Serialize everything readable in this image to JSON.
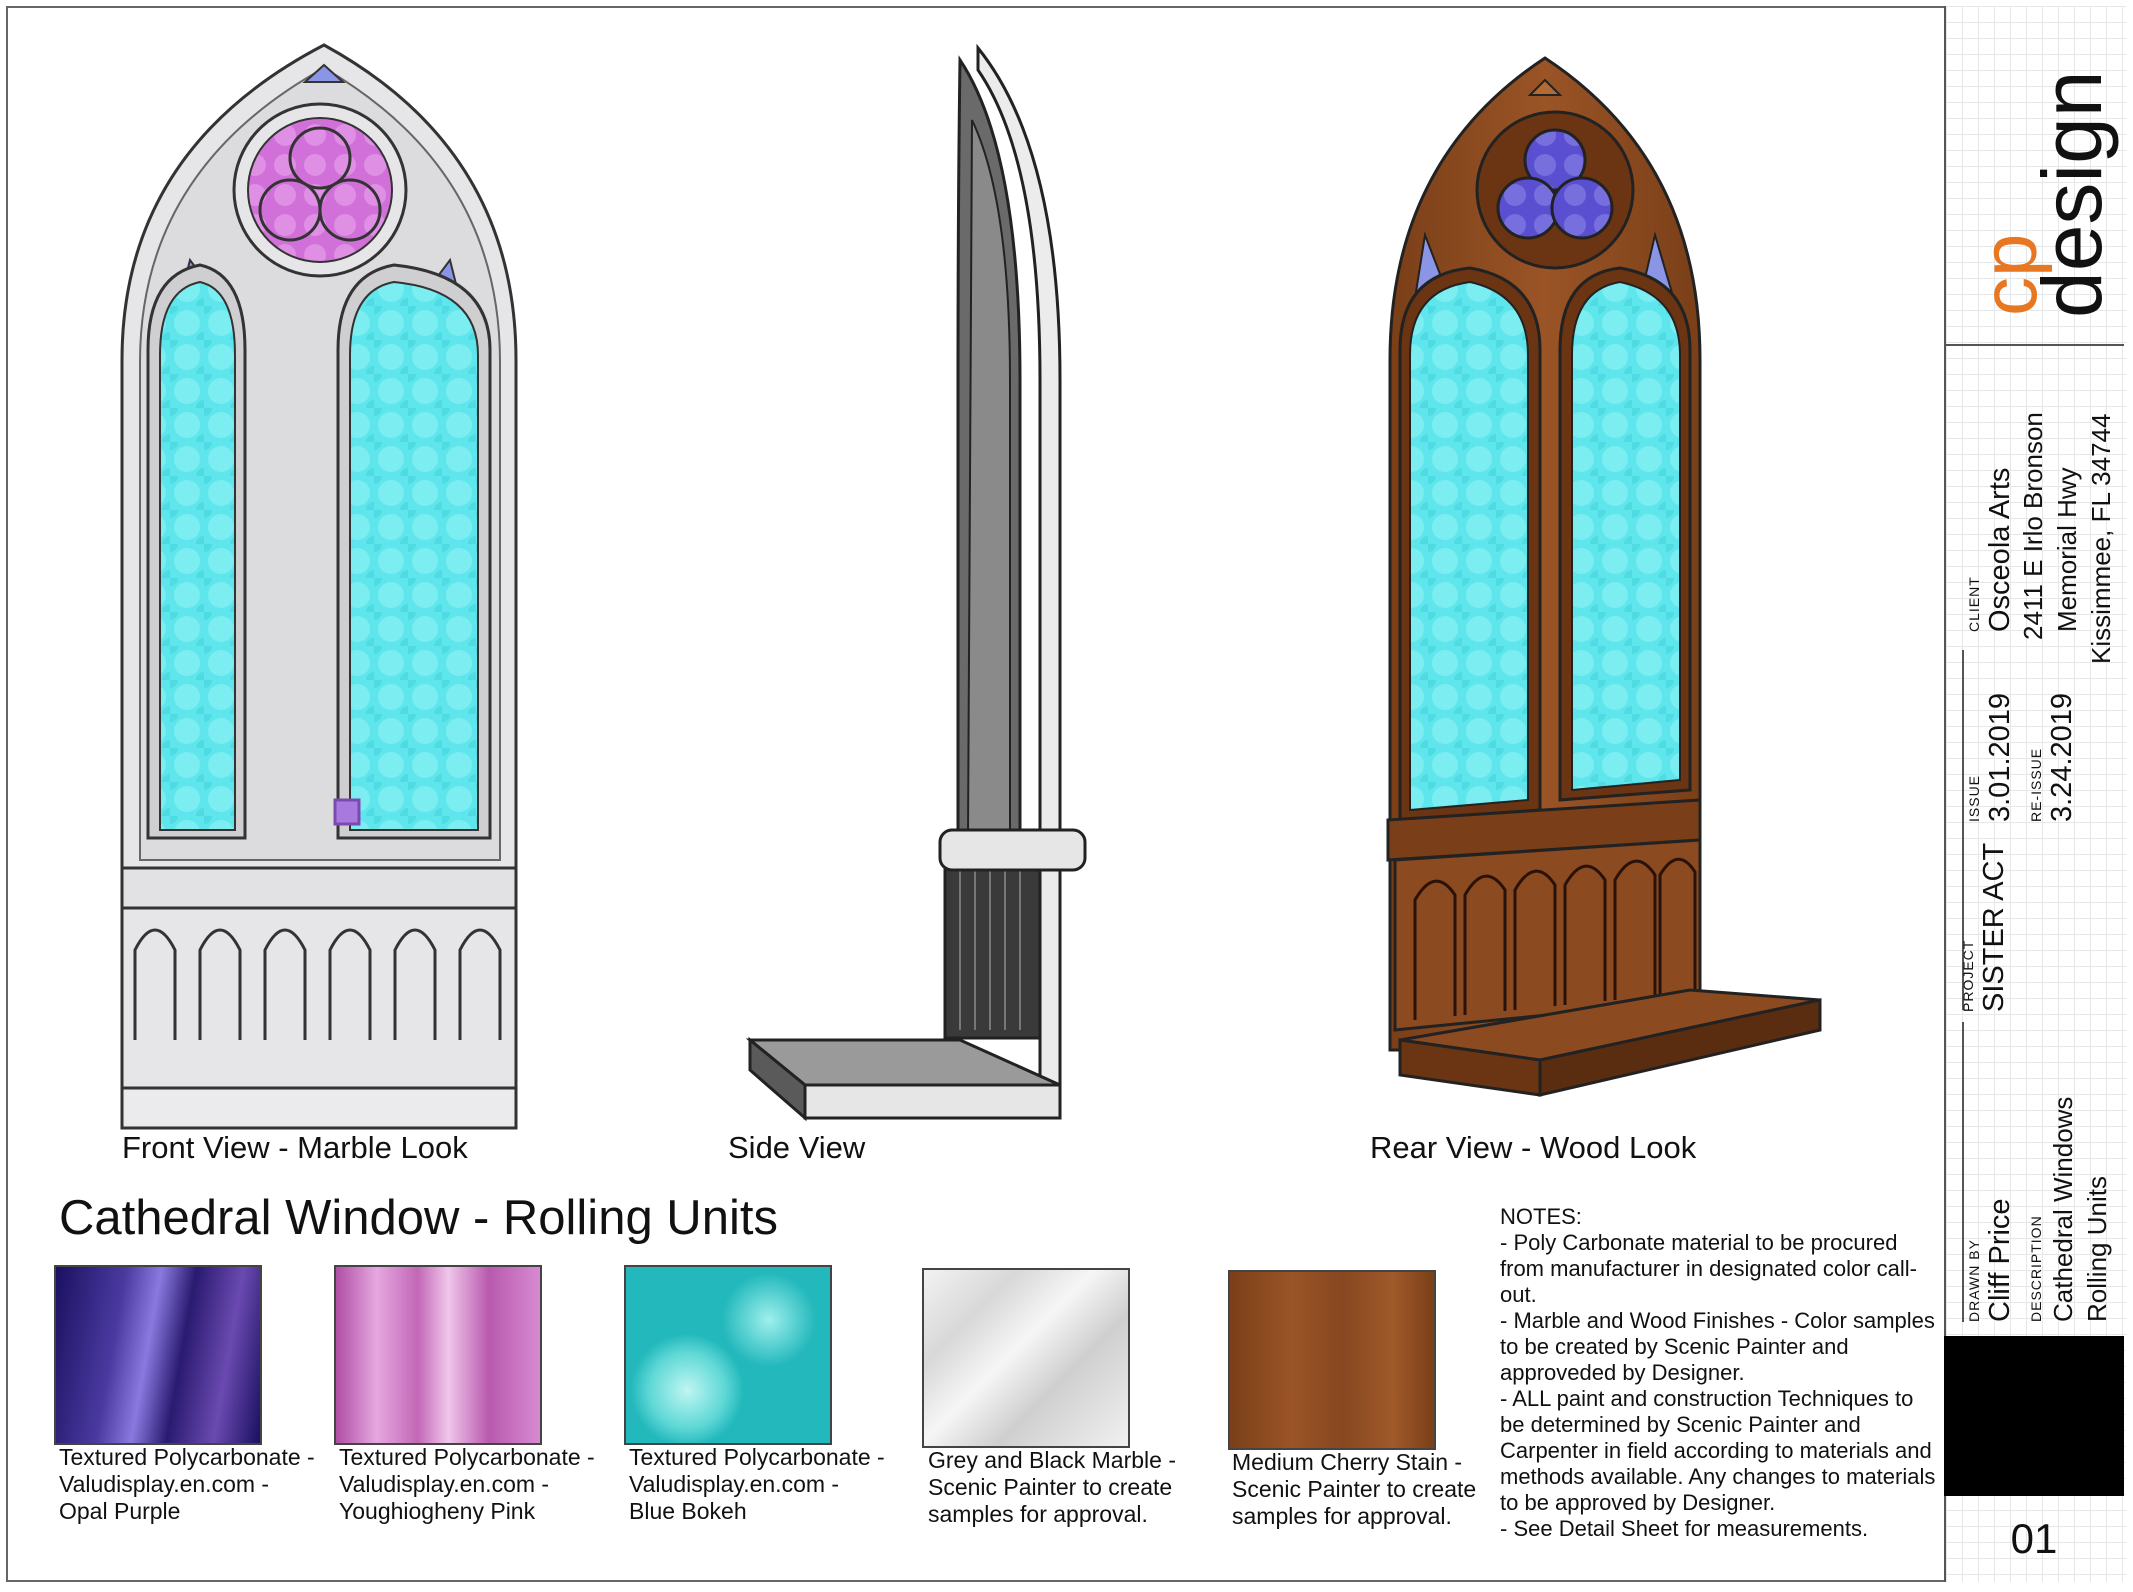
{
  "views": {
    "front_label": "Front View - Marble Look",
    "side_label": "Side View",
    "rear_label": "Rear View - Wood Look"
  },
  "sheet_title": "Cathedral Window - Rolling Units",
  "swatches": [
    {
      "caption": "Textured Polycarbonate -\nValudisplay.en.com -\nOpal Purple",
      "color": "#3b2a8a"
    },
    {
      "caption": "Textured Polycarbonate -\nValudisplay.en.com -\nYoughiogheny Pink",
      "color": "#c267b6"
    },
    {
      "caption": "Textured Polycarbonate -\nValudisplay.en.com -\nBlue Bokeh",
      "color": "#2ec4c4"
    },
    {
      "caption": "Grey and Black Marble -\nScenic Painter to create\nsamples for approval.",
      "color": "#e9e9e9"
    },
    {
      "caption": "Medium Cherry Stain -\nScenic Painter to create\nsamples for approval.",
      "color": "#8b4a1f"
    }
  ],
  "notes": {
    "title": "NOTES:",
    "lines": [
      " - Poly Carbonate material to be procured from manufacturer in designated color call-out.",
      "- Marble and Wood Finishes - Color samples to be created by Scenic Painter and approveded by Designer.",
      "- ALL paint and construction Techniques to be determined by Scenic Painter and Carpenter in field according to materials and methods available.  Any changes to materials to be approved by Designer.",
      "- See Detail Sheet for measurements."
    ]
  },
  "title_block": {
    "logo_cp": "cp",
    "logo_design": "design",
    "client_label": "CLIENT",
    "client_name": "Osceola Arts",
    "client_addr1": "2411 E Irlo Bronson",
    "client_addr2": "Memorial Hwy",
    "client_addr3": "Kissimmee, FL  34744",
    "issue_label": "ISSUE",
    "issue_date": "3.01.2019",
    "reissue_label": "RE-ISSUE",
    "reissue_date": "3.24.2019",
    "project_label": "PROJECT",
    "project_name": "SISTER ACT",
    "drawn_by_label": "DRAWN BY",
    "drawn_by": "Cliff Price",
    "description_label": "DESCRIPTION",
    "description_1": "Cathedral Windows",
    "description_2": "Rolling Units",
    "sheet_number": "01"
  },
  "colors": {
    "glass_blue": "#5fe6ec",
    "glass_pink": "#d070d8",
    "glass_purple": "#5a4fd0",
    "accent_blue": "#8b95e6",
    "marble": "#e8e8ea",
    "wood": "#8b4a1f",
    "logo_orange": "#e87722"
  }
}
